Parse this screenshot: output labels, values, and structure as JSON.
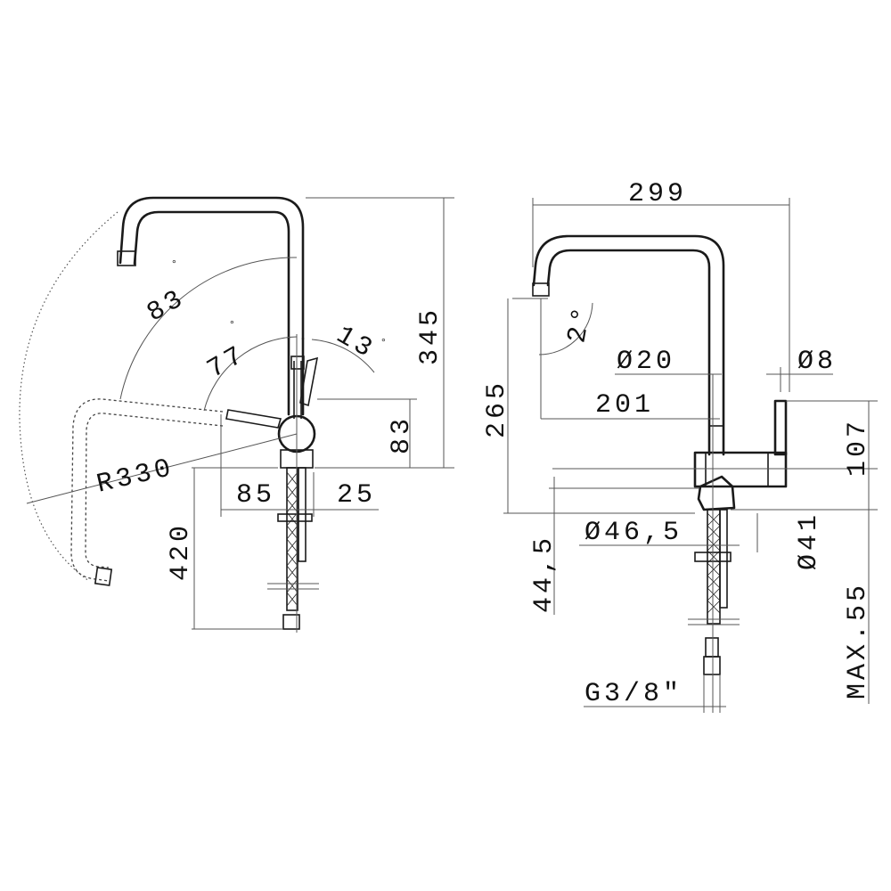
{
  "side_view": {
    "angle_83": "83",
    "angle_77": "77",
    "angle_13": "13",
    "degree_mark": "°",
    "height_345": "345",
    "height_83": "83",
    "radius": "R330",
    "width_85": "85",
    "width_25": "25",
    "depth_420": "420"
  },
  "front_view": {
    "width_299": "299",
    "height_265": "265",
    "angle_2": "2°",
    "dia_20": "Ø20",
    "dia_8": "Ø8",
    "reach_201": "201",
    "height_107": "107",
    "height_44_5": "44,5",
    "dia_46_5": "Ø46,5",
    "dia_41": "Ø41",
    "max_55": "MAX.55",
    "thread": "G3/8\""
  }
}
